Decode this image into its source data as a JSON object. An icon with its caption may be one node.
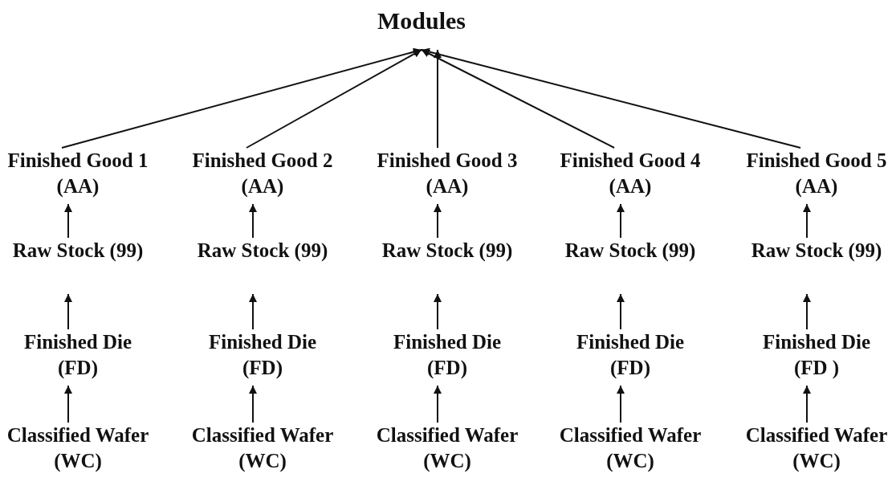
{
  "diagram": {
    "nodes": [
      {
        "text": [
          "Modules"
        ]
      },
      {
        "text": [
          "Finished Good 1 (AA)"
        ]
      },
      {
        "text": [
          "Raw Stock (99)"
        ]
      },
      {
        "text": [
          "Finished Die (FD)"
        ]
      },
      {
        "text": [
          "Classified Wafer (WC)"
        ]
      },
      {
        "text": [
          "Finished Good 2 (AA)"
        ]
      },
      {
        "text": [
          "Raw Stock (99)"
        ]
      },
      {
        "text": [
          "Finished Die (FD)"
        ]
      },
      {
        "text": [
          "Classified Wafer (WC)"
        ]
      },
      {
        "text": [
          "Finished Good 3 (AA)"
        ]
      },
      {
        "text": [
          "Raw Stock (99)"
        ]
      },
      {
        "text": [
          "Finished Die (FD)"
        ]
      },
      {
        "text": [
          "Classified Wafer (WC)"
        ]
      },
      {
        "text": [
          "Finished Good 4 (AA)"
        ]
      },
      {
        "text": [
          "Raw Stock (99)"
        ]
      },
      {
        "text": [
          "Finished Die (FD)"
        ]
      },
      {
        "text": [
          "Classified Wafer (WC)"
        ]
      },
      {
        "text": [
          "Finished Good 5 (AA)"
        ]
      },
      {
        "text": [
          "Raw Stock (99)"
        ]
      },
      {
        "text": [
          "Finished Die (FD )"
        ]
      },
      {
        "text": [
          "Classified Wafer (WC)"
        ]
      }
    ],
    "edges": [
      {
        "from": 1,
        "to": 0,
        "arrow": "to"
      },
      {
        "from": 5,
        "to": 0,
        "arrow": "to"
      },
      {
        "from": 9,
        "to": 0,
        "arrow": "to"
      },
      {
        "from": 13,
        "to": 0,
        "arrow": "to"
      },
      {
        "from": 17,
        "to": 0,
        "arrow": "to"
      },
      {
        "from": 4,
        "to": 3,
        "arrow": "to"
      },
      {
        "from": 3,
        "to": 2,
        "arrow": "to"
      },
      {
        "from": 2,
        "to": 1,
        "arrow": "to"
      },
      {
        "from": 8,
        "to": 7,
        "arrow": "to"
      },
      {
        "from": 7,
        "to": 6,
        "arrow": "to"
      },
      {
        "from": 6,
        "to": 5,
        "arrow": "to"
      },
      {
        "from": 12,
        "to": 11,
        "arrow": "to"
      },
      {
        "from": 11,
        "to": 10,
        "arrow": "to"
      },
      {
        "from": 10,
        "to": 9,
        "arrow": "to"
      },
      {
        "from": 16,
        "to": 15,
        "arrow": "to"
      },
      {
        "from": 15,
        "to": 14,
        "arrow": "to"
      },
      {
        "from": 14,
        "to": 13,
        "arrow": "to"
      },
      {
        "from": 20,
        "to": 19,
        "arrow": "to"
      },
      {
        "from": 19,
        "to": 18,
        "arrow": "to"
      },
      {
        "from": 18,
        "to": 17,
        "arrow": "to"
      }
    ]
  }
}
